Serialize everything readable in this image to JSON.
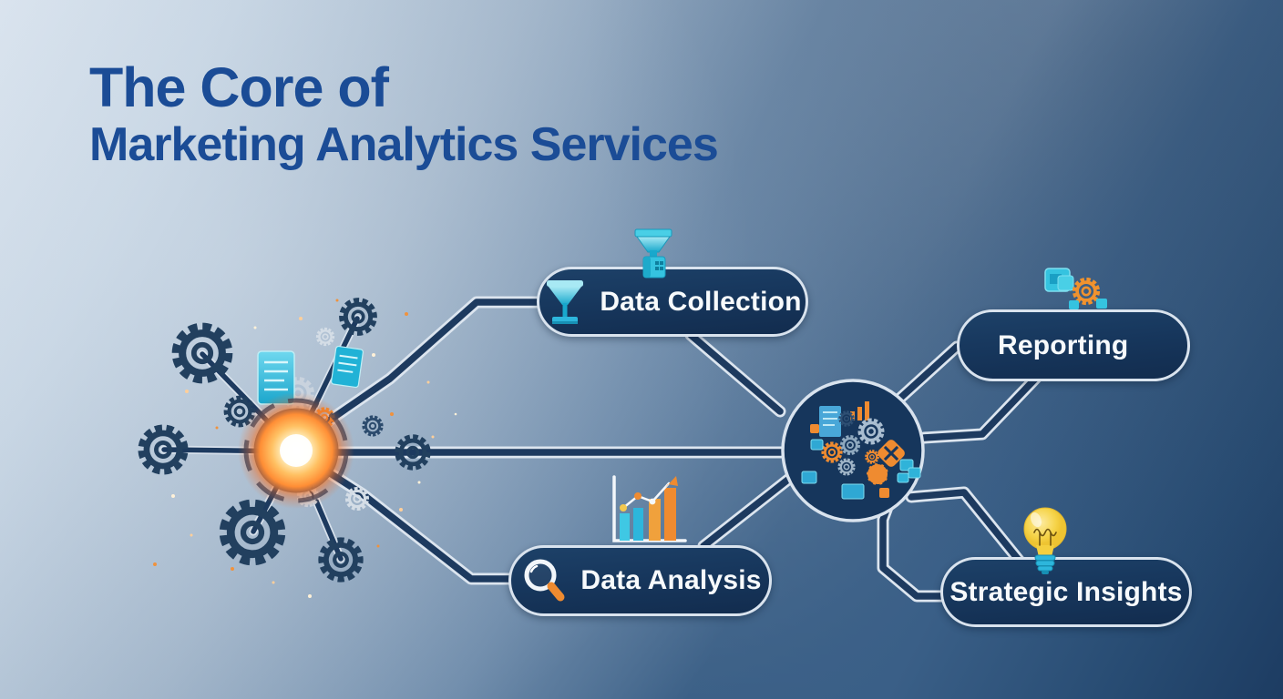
{
  "title": {
    "line1": "The Core of",
    "line2": "Marketing Analytics Services"
  },
  "nodes": [
    {
      "id": "data-collection",
      "label": "Data Collection",
      "icon": "funnel-icon"
    },
    {
      "id": "reporting",
      "label": "Reporting",
      "icon": "windows-gear-icon"
    },
    {
      "id": "data-analysis",
      "label": "Data Analysis",
      "icon": "magnifier-icon"
    },
    {
      "id": "strategic-insights",
      "label": "Strategic Insights",
      "icon": "lightbulb-icon"
    }
  ],
  "decorations": {
    "left_hub": "gear-network-with-glowing-core",
    "right_hub": "analytics-icon-collage-circle",
    "icon_above_data_collection": "funnel-machine-icon",
    "icon_above_reporting": "windows-and-gear-icon",
    "icon_above_data_analysis": "growth-bar-chart-icon",
    "icon_above_strategic_insights": "lightbulb-icon"
  },
  "colors": {
    "title_text": "#1b4c96",
    "pill_fill": "#17375d",
    "pill_border": "#d9e3ee",
    "pill_text": "#f7fafc",
    "connector_dark": "#1d3a5f",
    "connector_light": "#dce5ef",
    "accent_orange": "#ef8b30",
    "accent_cyan": "#35c3e0",
    "bulb_yellow": "#f4cf3f",
    "background_light": "#d8e2ed",
    "background_dark": "#1d3c62"
  }
}
